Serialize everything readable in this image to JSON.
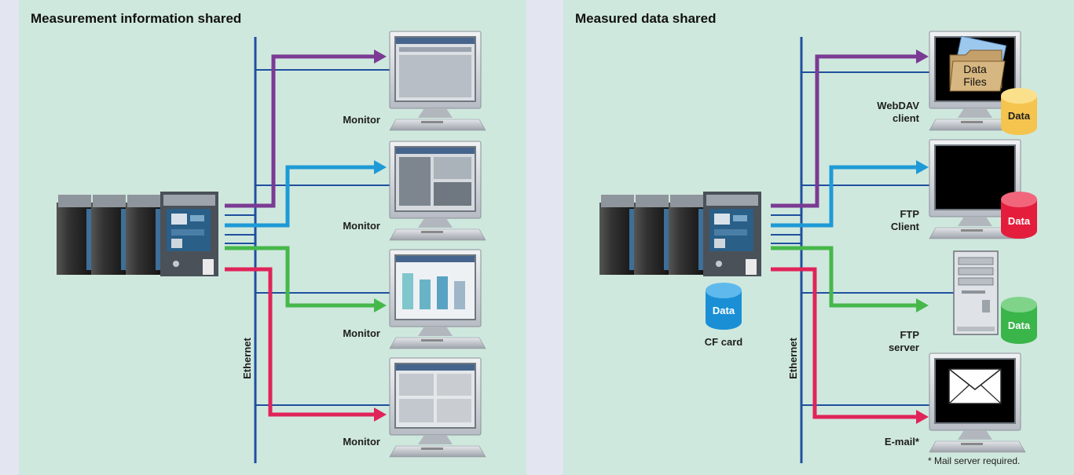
{
  "left": {
    "title": "Measurement information shared",
    "bus_label": "Ethernet",
    "monitors": [
      {
        "label": "Monitor"
      },
      {
        "label": "Monitor"
      },
      {
        "label": "Monitor"
      },
      {
        "label": "Monitor"
      }
    ]
  },
  "right": {
    "title": "Measured data shared",
    "bus_label": "Ethernet",
    "cf_card": {
      "label": "CF card",
      "cylinder_text": "Data"
    },
    "folder_text_1": "Data",
    "folder_text_2": "Files",
    "nodes": [
      {
        "label_1": "WebDAV",
        "label_2": "client",
        "cylinder_text": "Data"
      },
      {
        "label_1": "FTP",
        "label_2": "Client",
        "cylinder_text": "Data"
      },
      {
        "label_1": "FTP",
        "label_2": "server",
        "cylinder_text": "Data"
      },
      {
        "label_1": "E-mail*",
        "label_2": ""
      }
    ],
    "footnote": "* Mail server required."
  },
  "colors": {
    "purple": "#7b3a93",
    "blue": "#1e9ad6",
    "green": "#46b84a",
    "red": "#e0245a",
    "bus": "#1f4f9e",
    "background": "#cfe8de",
    "page": "#e3e6f1",
    "cyl_blue": "#1a8fd6",
    "cyl_yellow": "#f4c44e",
    "cyl_red": "#e41d3c",
    "cyl_green": "#3ab54a"
  },
  "icons": [
    "data-logger-icon",
    "monitor-icon",
    "server-tower-icon",
    "envelope-icon",
    "data-cylinder-icon",
    "folder-icon",
    "arrow-icon"
  ]
}
